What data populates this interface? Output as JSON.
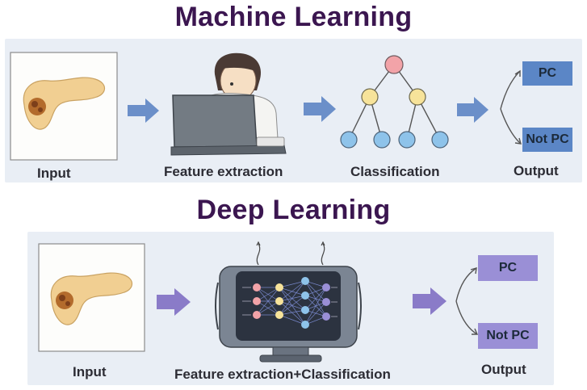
{
  "machine_learning": {
    "title": "Machine Learning",
    "steps": {
      "input": "Input",
      "feature_extraction": "Feature extraction",
      "classification": "Classification",
      "output": "Output"
    },
    "outputs": {
      "positive": "PC",
      "negative": "Not PC"
    }
  },
  "deep_learning": {
    "title": "Deep Learning",
    "steps": {
      "input": "Input",
      "combined": "Feature extraction+Classification",
      "output": "Output"
    },
    "outputs": {
      "positive": "PC",
      "negative": "Not PC"
    }
  },
  "colors": {
    "title": "#3b1650",
    "panel": "#e9eef5",
    "arrow_blue": "#6b8fc9",
    "arrow_purple": "#8a7bc8",
    "ml_output_box": "#5b86c6",
    "dl_output_box": "#9a8fd6",
    "node_red": "#f2a3a8",
    "node_yellow": "#f7e39a",
    "node_blue": "#8ec3ea"
  }
}
